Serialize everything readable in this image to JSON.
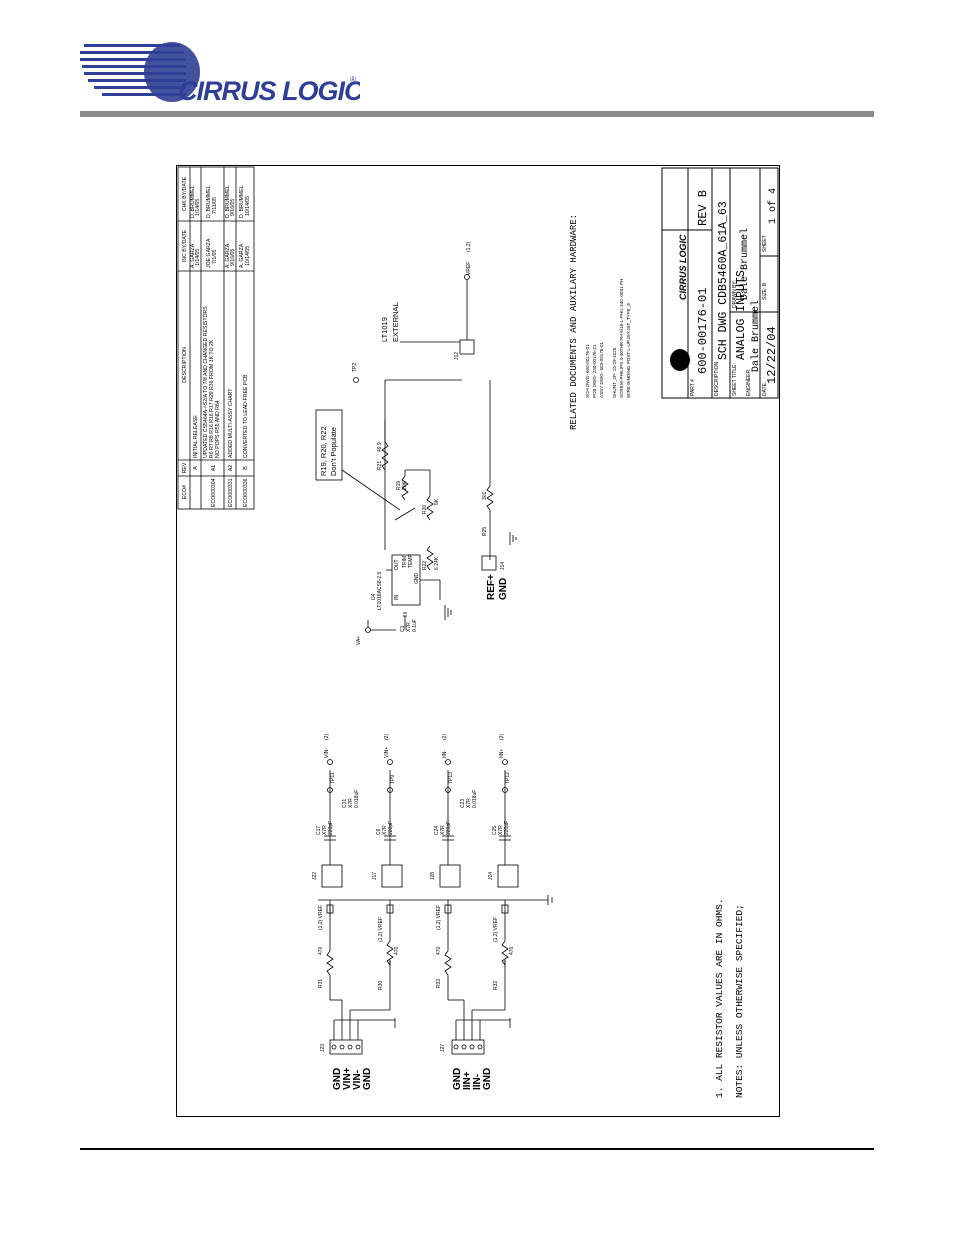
{
  "header": {
    "company": "CIRRUS LOGIC",
    "trademark": "®"
  },
  "revision_table": {
    "headers": [
      "ECO#",
      "REV",
      "DESCRIPTION",
      "INC BY/DATE",
      "CHK BY/DATE"
    ],
    "rows": [
      {
        "eco": "",
        "rev": "A",
        "desc": [
          "INITIAL RELEASE"
        ],
        "inc": [
          "A. GARZA",
          "1/14/05"
        ],
        "chk": [
          "D. BRUMMEL",
          "1/14/05"
        ]
      },
      {
        "eco": "ECO000304",
        "rev": "A1",
        "desc": [
          "UPDATED CS5464A->S2/A TO 7/8 AND CHANGED RESISTORS",
          "R6 R7 R8 R16 R16 R17 R29 R36 FROM 1K TO 2K",
          "NO POPS R55 AND R64"
        ],
        "inc": [
          "JOE GARZA",
          "7/1/05"
        ],
        "chk": [
          "D. BRUMMEL",
          "7/11/05"
        ]
      },
      {
        "eco": "ECO000331",
        "rev": "A2",
        "desc": [
          "ADDED MULTI-ASSY CHART"
        ],
        "inc": [
          "A. GARZA",
          "9/16/05"
        ],
        "chk": [
          "D. BRUMMEL",
          "9/16/05"
        ]
      },
      {
        "eco": "ECO000336",
        "rev": "B",
        "desc": [
          "CONVERTED TO LEAD-FREE PCB"
        ],
        "inc": [
          "A. GARZA",
          "10/14/05"
        ],
        "chk": [
          "D. BRUMMEL",
          "10/14/05"
        ]
      }
    ]
  },
  "title_block": {
    "part_label": "PART #",
    "part_number": "600-00176-01",
    "rev": "REV B",
    "description_label": "DESCRIPTION",
    "description": "SCH DWG CDB5460A_61A_63",
    "sheet_title_label": "SHEET TITLE:",
    "sheet_title": "ANALOG INPUTS",
    "drawn_by_label": "DRAWN BY:",
    "drawn_by": "Dale Brummel",
    "engineer_label": "ENGINEER:",
    "engineer": "Dale Brummel",
    "date_label": "DATE:",
    "date": "12/22/04",
    "size_label": "SIZE: B",
    "sheet_label": "SHEET",
    "sheet": "1 of 4",
    "logo_text": "CIRRUS LOGIC"
  },
  "related_docs": {
    "title": "RELATED DOCUMENTS AND AUXILARY HARDWARE:",
    "lines": [
      "SCH DWG- 600-00176-01",
      "PCB DWG- 240-00176-Z1",
      "ASSY DWG- 603-00176-01",
      "SHUNT_2P- 15-29-1025",
      "SCREW-PHILIPS 4-40THR PH-5/16-L-PHIL 440 .0031 PH",
      "WIRE BINDING POST L-UP.25Y.25T_TYPE_E"
    ]
  },
  "notes": {
    "title": "NOTES: UNLESS OTHERWISE SPECIFIED;",
    "item1": "1. ALL RESISTOR VALUES ARE IN OHMS."
  },
  "vref_circuit": {
    "supply": "VA+",
    "c1": [
      "C1",
      "X7R",
      "0.1uF"
    ],
    "u4": [
      "U4",
      "LT1019ACS8-2.5"
    ],
    "pins": [
      "2",
      "IN",
      "OUT",
      "6",
      "TRIM",
      "TEMP",
      "GND",
      "4",
      "5",
      "3"
    ],
    "r19": [
      "R19",
      "20K"
    ],
    "r20": [
      "R20",
      "5K"
    ],
    "r21": [
      "R21",
      "49.9"
    ],
    "r22": [
      "R22",
      "6.24K"
    ],
    "r25": [
      "R25",
      "301"
    ],
    "dont_populate": [
      "R19, R20, R22",
      "Don't Populate"
    ],
    "tp2": "TP2",
    "j12": "J12",
    "lt1019": "LT1019",
    "external": "EXTERNAL",
    "vref_out": "VREF",
    "vref_ref": "(1,2)",
    "j14": "J14",
    "ref_plus": "REF+",
    "gnd": "GND"
  },
  "inputs": {
    "j23_labels": [
      "GND",
      "VIN+",
      "VIN-",
      "GND"
    ],
    "j23": "J23",
    "j27_labels": [
      "GND",
      "IIN+",
      "IIN-",
      "GND"
    ],
    "j27": "J27",
    "channels": [
      {
        "r": "R31",
        "rv": "470",
        "vref": "(1,2) VREF",
        "j": "J22",
        "c": [
          "C17",
          "X7R",
          "220pF"
        ],
        "cf": [
          "C31",
          "X7R",
          "0.018uF"
        ],
        "tp": "TP11",
        "net": "VIN-",
        "ref": "(2)"
      },
      {
        "r": "R30",
        "rv": "470",
        "vref": "(1,2) VREF",
        "j": "J17",
        "c": [
          "C6",
          "X7R",
          "220pF"
        ],
        "cf": [
          "",
          "",
          ""
        ],
        "tp": "TP9",
        "net": "VIN+",
        "ref": "(2)"
      },
      {
        "r": "R33",
        "rv": "470",
        "vref": "(1,2) VREF",
        "j": "J28",
        "c": [
          "C24",
          "X7R",
          "220pF"
        ],
        "cf": [
          "C23",
          "X7R",
          "0.018uF"
        ],
        "tp": "TP13",
        "net": "IIN-",
        "ref": "(2)"
      },
      {
        "r": "R32",
        "rv": "470",
        "vref": "(1,2) VREF",
        "j": "J24",
        "c": [
          "C25",
          "X7R",
          "220pF"
        ],
        "cf": [
          "",
          "",
          ""
        ],
        "tp": "TP12",
        "net": "IIN+",
        "ref": "(2)"
      }
    ]
  }
}
